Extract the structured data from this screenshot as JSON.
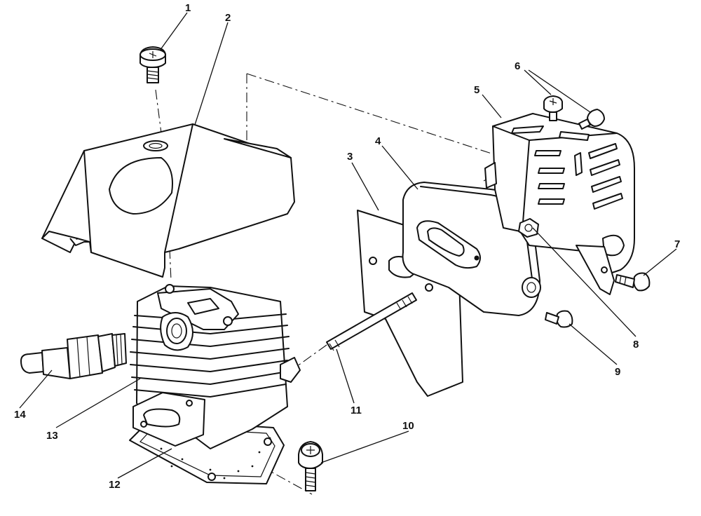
{
  "diagram": {
    "callouts": [
      {
        "id": "p1",
        "label": "1"
      },
      {
        "id": "p2",
        "label": "2"
      },
      {
        "id": "p3",
        "label": "3"
      },
      {
        "id": "p4",
        "label": "4"
      },
      {
        "id": "p5",
        "label": "5"
      },
      {
        "id": "p6",
        "label": "6"
      },
      {
        "id": "p7",
        "label": "7"
      },
      {
        "id": "p8",
        "label": "8"
      },
      {
        "id": "p9",
        "label": "9"
      },
      {
        "id": "p10",
        "label": "10"
      },
      {
        "id": "p11",
        "label": "11"
      },
      {
        "id": "p12",
        "label": "12"
      },
      {
        "id": "p13",
        "label": "13"
      },
      {
        "id": "p14",
        "label": "14"
      }
    ],
    "parts": [
      "screw-top",
      "cylinder-shroud",
      "muffler-gasket",
      "muffler-body",
      "muffler-heat-shield",
      "shield-screws",
      "side-screw",
      "nut",
      "lower-screw",
      "base-screw",
      "stud",
      "base-gasket",
      "cylinder",
      "spark-plug"
    ]
  }
}
